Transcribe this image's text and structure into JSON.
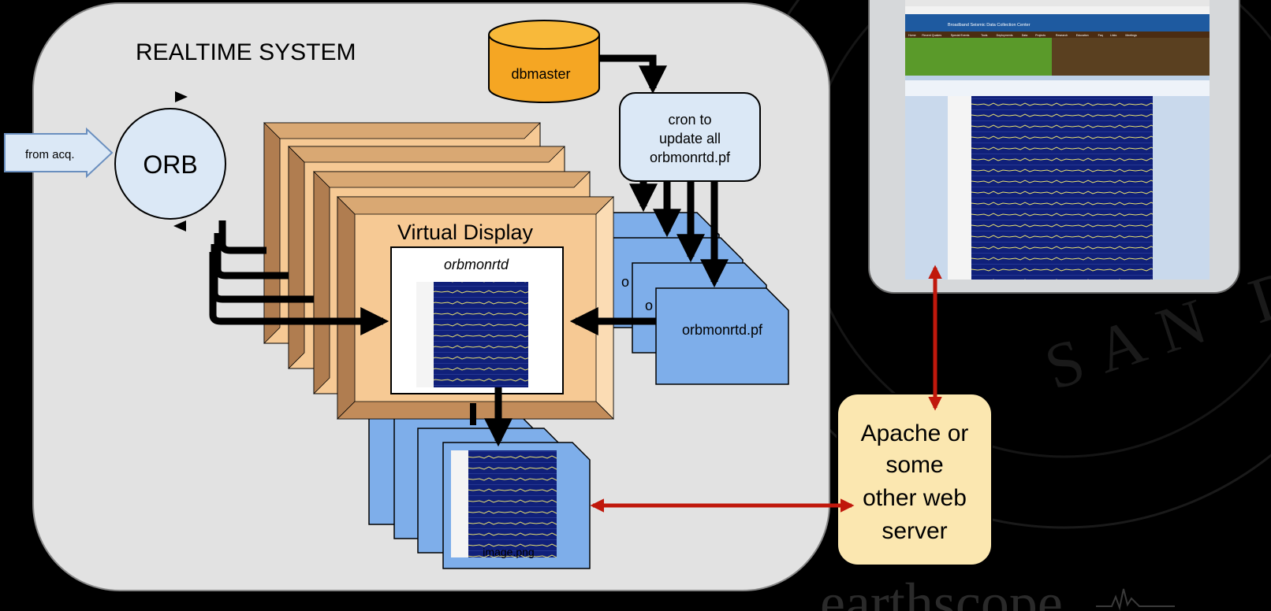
{
  "title": "REALTIME SYSTEM",
  "orb_label": "ORB",
  "acq_label": "from acq.",
  "db_label": "dbmaster",
  "cron_lines": [
    "cron to",
    "update all",
    "orbmonrtd.pf"
  ],
  "virtual_display_label": "Virtual Display",
  "orbmonrtd_label": "orbmonrtd",
  "pf_file_label": "orbmonrtd.pf",
  "pf_partial_labels": [
    "o",
    "o"
  ],
  "image_label": "image.png",
  "web_server_lines": [
    "Apache or",
    "some",
    "other web",
    "server"
  ],
  "footer_logo_text": "earthscope",
  "background_seal_text": "SAN DIE",
  "browser_page": {
    "site_title": "Broadband Seismic Data Collection Center",
    "nav_items": [
      "Home",
      "Recent Quakes",
      "Special Events",
      "Tools",
      "Deployments",
      "Data",
      "Projects",
      "Research",
      "Education",
      "Faq",
      "Links",
      "Meetings"
    ]
  },
  "colors": {
    "background": "#000000",
    "panel": "#e2e2e2",
    "orb_fill": "#dbe8f6",
    "db_fill": "#f5a623",
    "cron_fill": "#dbe8f6",
    "frame_fill": "#f6c994",
    "frame_bevel": "#b07d50",
    "file_fill": "#7eaeea",
    "web_fill": "#fbe7b0",
    "link_arrow": "#c0180c",
    "waveform_bg": "#10207a",
    "waveform_trace": "#e8e070"
  }
}
